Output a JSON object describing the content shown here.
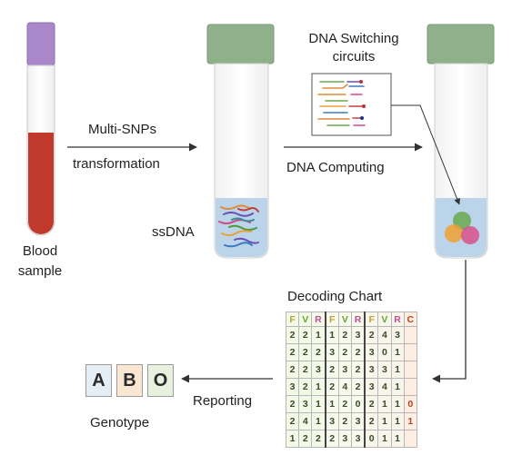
{
  "labels": {
    "blood_sample": [
      "Blood",
      "sample"
    ],
    "multi_snps": "Multi-SNPs",
    "transformation": "transformation",
    "ssdna": "ssDNA",
    "dna_switching": [
      "DNA Switching",
      "circuits"
    ],
    "dna_computing": "DNA Computing",
    "decoding_chart": "Decoding Chart",
    "reporting": "Reporting",
    "genotype": "Genotype"
  },
  "genotype_letters": [
    "A",
    "B",
    "O"
  ],
  "decoding_chart": {
    "header": [
      "F",
      "V",
      "R",
      "F",
      "V",
      "R",
      "F",
      "V",
      "R",
      "C"
    ],
    "rows": [
      [
        "2",
        "2",
        "1",
        "1",
        "2",
        "3",
        "2",
        "4",
        "3",
        ""
      ],
      [
        "2",
        "2",
        "2",
        "3",
        "2",
        "2",
        "3",
        "0",
        "1",
        ""
      ],
      [
        "2",
        "2",
        "3",
        "2",
        "3",
        "2",
        "3",
        "3",
        "1",
        ""
      ],
      [
        "3",
        "2",
        "1",
        "2",
        "4",
        "2",
        "3",
        "4",
        "1",
        ""
      ],
      [
        "2",
        "3",
        "1",
        "1",
        "2",
        "0",
        "2",
        "1",
        "1",
        "0"
      ],
      [
        "2",
        "4",
        "1",
        "3",
        "2",
        "3",
        "2",
        "1",
        "1",
        "1"
      ],
      [
        "1",
        "2",
        "2",
        "2",
        "3",
        "3",
        "0",
        "1",
        "1",
        ""
      ]
    ]
  },
  "colors": {
    "tube_cap_green": "#8fb08a",
    "blood_red": "#c0392b",
    "blood_cap_purple": "#a987c9",
    "liquid_blue": "#bcd4ea",
    "genotype_a_bg": "#e4eef4",
    "genotype_b_bg": "#fbe6d2",
    "genotype_o_bg": "#e7f1dd"
  }
}
